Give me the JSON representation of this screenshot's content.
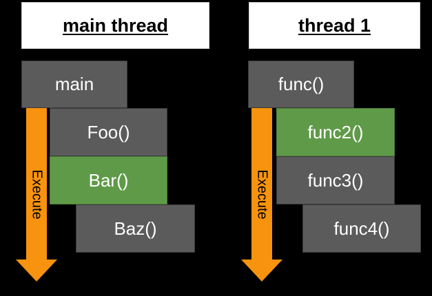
{
  "colors": {
    "background": "#000000",
    "header_bg": "#ffffff",
    "box_gray": "#5b5b5b",
    "box_green": "#5f9a48",
    "arrow_orange": "#f7930e"
  },
  "left": {
    "header": "main thread",
    "arrow_label": "Execute",
    "boxes": [
      "main",
      "Foo()",
      "Bar()",
      "Baz()"
    ],
    "highlighted": "Bar()"
  },
  "right": {
    "header": "thread 1",
    "arrow_label": "Execute",
    "boxes": [
      "func()",
      "func2()",
      "func3()",
      "func4()"
    ],
    "highlighted": "func2()"
  }
}
